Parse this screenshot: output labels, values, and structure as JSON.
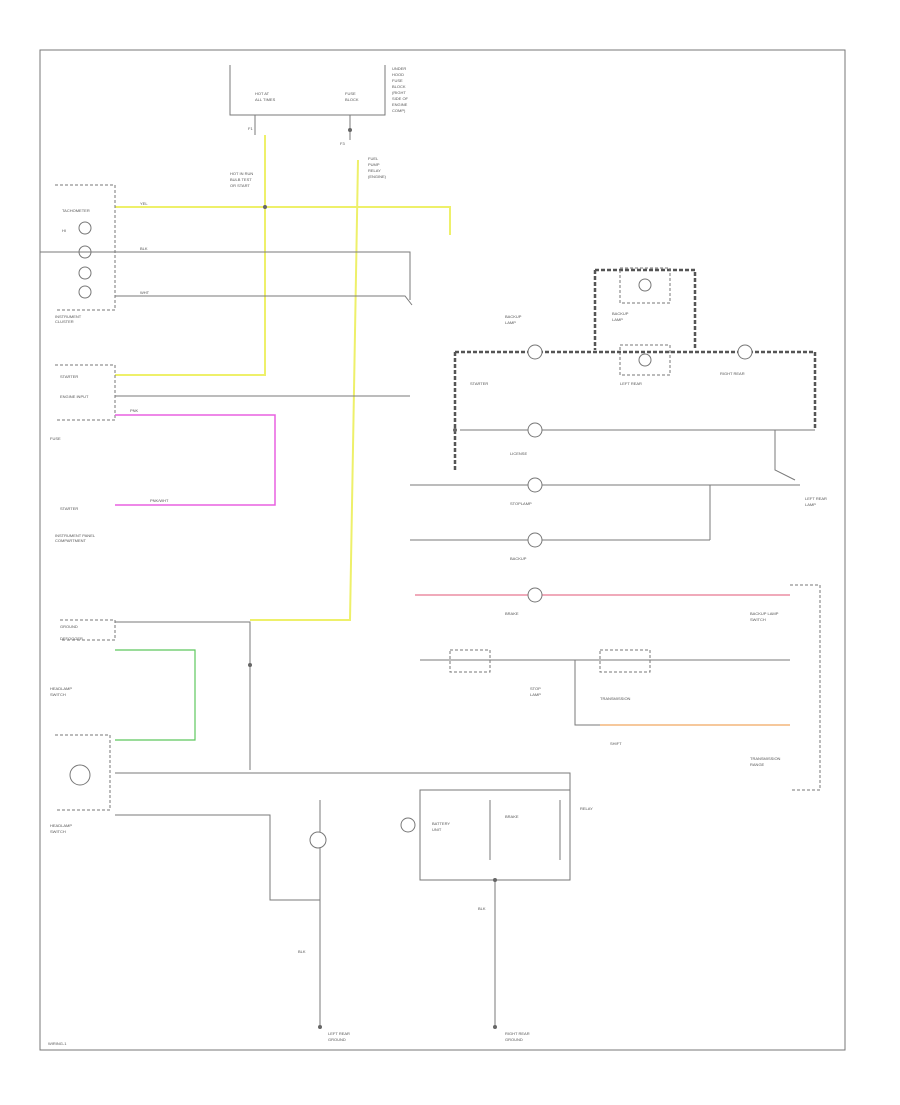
{
  "diagram": {
    "footer_code": "WIRING-1",
    "labels": {
      "fuse_panel_top": "HOT AT ALL TIMES",
      "ip_cluster": "INSTRUMENT CLUSTER",
      "ip_fuse": "INSTRUMENT PANEL COMPARTMENT",
      "headlamp_switch": "HEADLAMP SWITCH",
      "left_rear": "LEFT REAR",
      "right_rear": "RIGHT REAR",
      "ground_lr": "LEFT REAR",
      "ground_rr": "RIGHT REAR"
    }
  },
  "colors": {
    "yellow_wire": "#eef06a",
    "pink_wire": "#e860e0",
    "green_wire": "#5ec85e",
    "red_wire": "#e87890",
    "orange_wire": "#f0a860"
  }
}
